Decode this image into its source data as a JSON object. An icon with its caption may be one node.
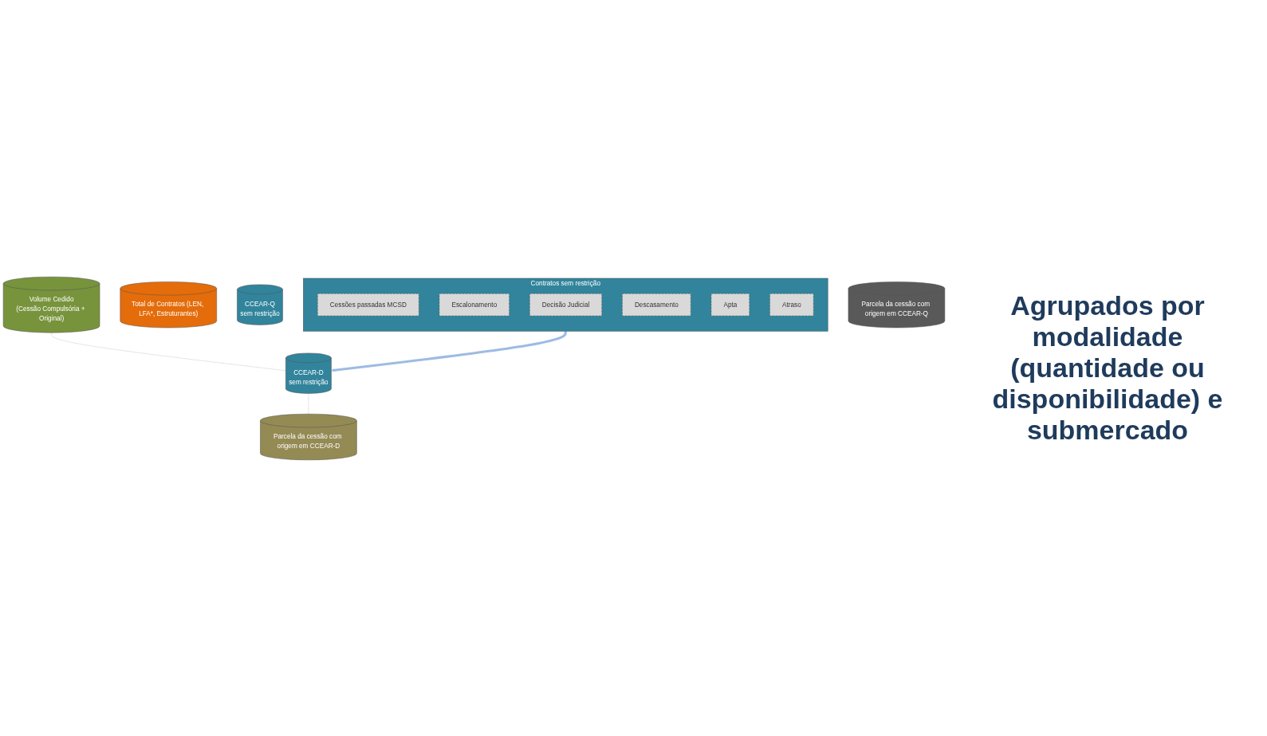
{
  "diagram": {
    "nodes": [
      {
        "text": [
          "Total de Contratos (LEN, LFA*, Estruturantes)"
        ]
      },
      {
        "text": [
          "Contratos sem restrição"
        ]
      },
      {
        "text": [
          "Cessões passadas MCSD"
        ],
        "in": 1
      },
      {
        "text": [
          "Escalonamento"
        ],
        "in": 1
      },
      {
        "text": [
          "Decisão Judicial"
        ],
        "in": 1
      },
      {
        "text": [
          "Descasamento"
        ],
        "in": 1
      },
      {
        "text": [
          "Apta"
        ],
        "in": 1
      },
      {
        "text": [
          "Atraso"
        ],
        "in": 1
      },
      {
        "text": [
          "CCEAR-D",
          "sem restrição"
        ]
      },
      {
        "text": [
          "CCEAR-Q",
          "sem restrição"
        ]
      },
      {
        "text": [
          "Volume Cedido",
          "(Cessão Compulsória + Original)"
        ]
      },
      {
        "text": [
          "Parcela da cessão com origem em CCEAR-D"
        ]
      },
      {
        "text": [
          "Parcela da cessão com origem em CCEAR-Q"
        ]
      }
    ],
    "edges": [
      {
        "from": 1,
        "to": 8,
        "arrow": "to",
        "style": "thick",
        "color": "#9dbbe3"
      },
      {
        "from": 10,
        "to": 8,
        "arrow": "none",
        "style": "dashed",
        "color": "#999999"
      },
      {
        "from": 8,
        "to": 11,
        "arrow": "none",
        "style": "dashed",
        "color": "#999999"
      }
    ],
    "labels": [
      "Agrupados por modalidade (quantidade ou disponibilidade) e submercado"
    ]
  }
}
